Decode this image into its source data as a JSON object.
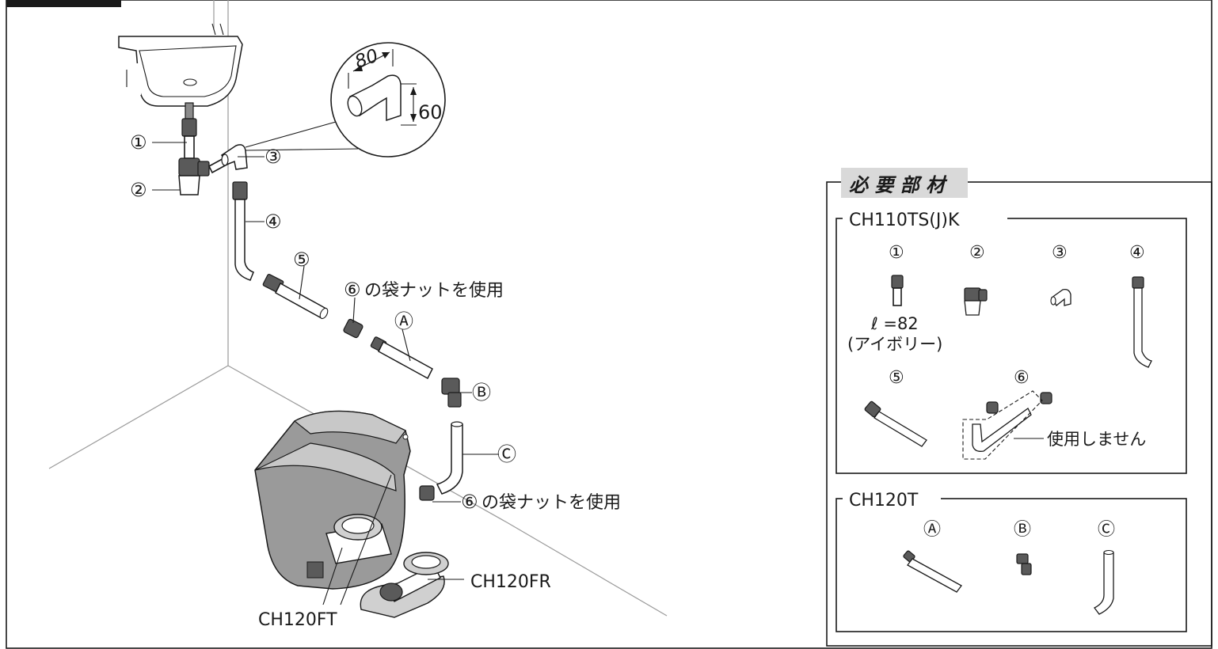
{
  "markers": {
    "c1": "①",
    "c2": "②",
    "c3": "③",
    "c4": "④",
    "c5": "⑤",
    "c6": "⑥",
    "cA": "Ⓐ",
    "cB": "Ⓑ",
    "cC": "Ⓒ"
  },
  "main": {
    "dim_horizontal": "80",
    "dim_vertical": "60",
    "nut_note": "の袋ナットを使用",
    "flange_front": "CH120FT",
    "flange_rear": "CH120FR"
  },
  "parts_panel": {
    "title": "必 要 部 材",
    "kit1": {
      "name": "CH110TS(J)K",
      "length_note": "ℓ =82",
      "color_note": "(アイボリー)",
      "not_used": "使用しません"
    },
    "kit2": {
      "name": "CH120T"
    }
  }
}
